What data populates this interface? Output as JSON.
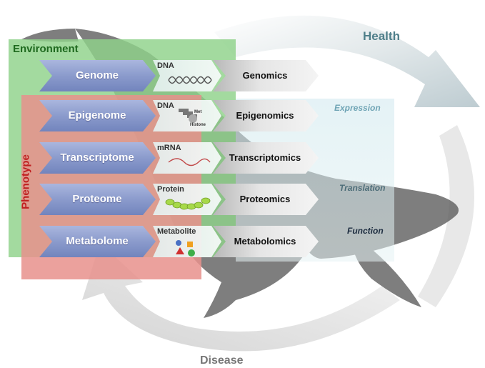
{
  "cycle": {
    "top_label": "Health",
    "bottom_label": "Disease"
  },
  "environment": {
    "label": "Environment"
  },
  "phenotype": {
    "label": "Phenotype"
  },
  "side_labels": {
    "expression": "Expression",
    "translation": "Translation",
    "function": "Function"
  },
  "rows": [
    {
      "omic": "Genome",
      "molecule": "DNA",
      "field": "Genomics",
      "icon": "dna-helix-icon"
    },
    {
      "omic": "Epigenome",
      "molecule": "DNA",
      "field": "Epigenomics",
      "icon": "methylated-dna-icon",
      "icon_labels": {
        "methyl": "Met",
        "histone": "Histone"
      }
    },
    {
      "omic": "Transcriptome",
      "molecule": "mRNA",
      "field": "Transcriptomics",
      "icon": "mrna-strand-icon"
    },
    {
      "omic": "Proteome",
      "molecule": "Protein",
      "field": "Proteomics",
      "icon": "protein-chain-icon"
    },
    {
      "omic": "Metabolome",
      "molecule": "Metabolite",
      "field": "Metabolomics",
      "icon": "metabolite-network-icon"
    }
  ],
  "colors": {
    "environment_fill": "#8fd28a",
    "phenotype_fill": "#e8908c",
    "omic_arrow": "#8e9fcf",
    "field_arrow": "#d9d9d9",
    "health_text": "#4f7f8a",
    "expression_text": "#6fa4b5",
    "phenotype_text": "#c02020",
    "environment_text": "#1f6a1f"
  }
}
